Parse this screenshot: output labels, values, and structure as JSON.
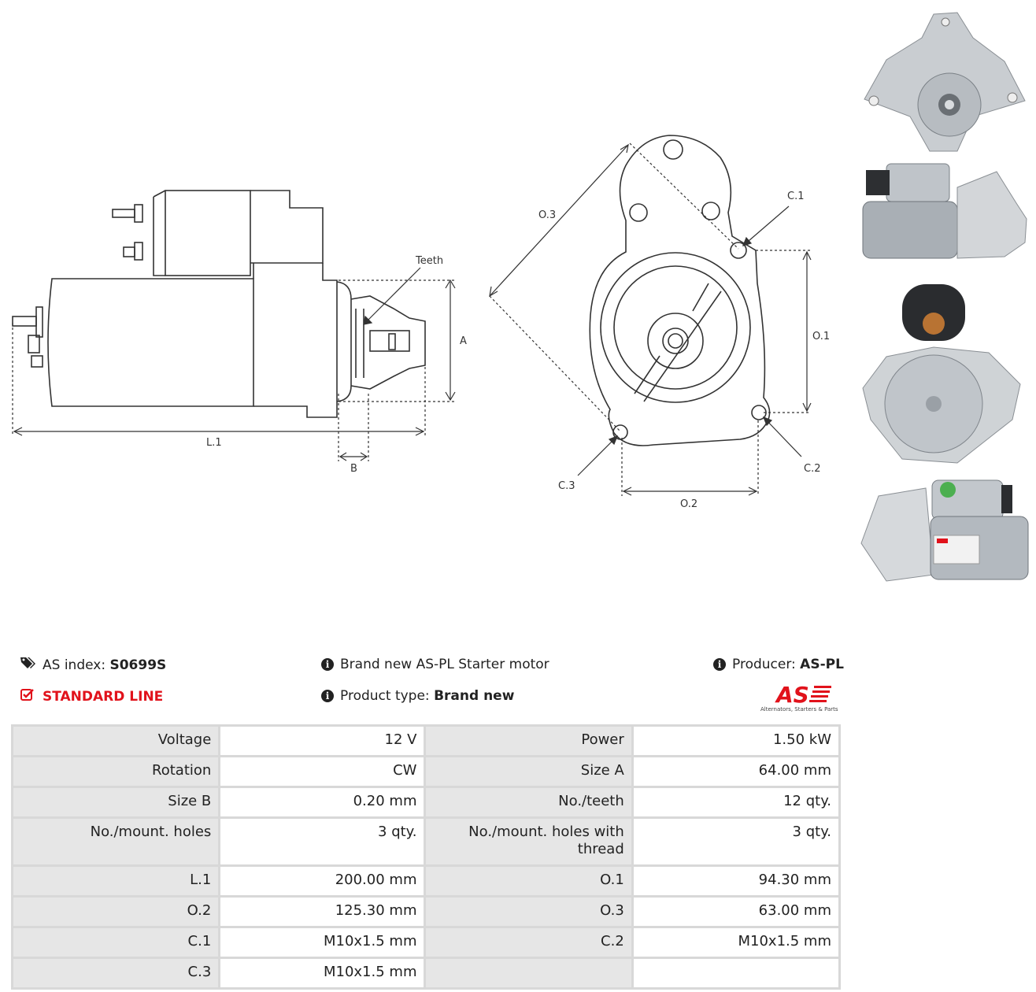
{
  "drawing": {
    "labels": {
      "teeth": "Teeth",
      "a": "A",
      "b": "B",
      "l1": "L.1",
      "o1": "O.1",
      "o2": "O.2",
      "o3": "O.3",
      "c1": "C.1",
      "c2": "C.2",
      "c3": "C.3"
    }
  },
  "header": {
    "as_index_label": "AS index:",
    "as_index_value": "S0699S",
    "line_label": "STANDARD LINE",
    "description": "Brand new AS-PL Starter motor",
    "product_type_label": "Product type:",
    "product_type_value": "Brand new",
    "producer_label": "Producer:",
    "producer_value": "AS-PL",
    "logo_text": "AS",
    "logo_tagline": "Alternators, Starters & Parts"
  },
  "colors": {
    "accent_red": "#e1121b",
    "key_bg": "#e6e6e6",
    "border": "#d8d8d8"
  },
  "specs": [
    [
      {
        "k": "Voltage",
        "v": "12 V"
      },
      {
        "k": "Power",
        "v": "1.50 kW"
      }
    ],
    [
      {
        "k": "Rotation",
        "v": "CW"
      },
      {
        "k": "Size A",
        "v": "64.00 mm"
      }
    ],
    [
      {
        "k": "Size B",
        "v": "0.20 mm"
      },
      {
        "k": "No./teeth",
        "v": "12 qty."
      }
    ],
    [
      {
        "k": "No./mount. holes",
        "v": "3 qty."
      },
      {
        "k": "No./mount. holes with thread",
        "v": "3 qty."
      }
    ],
    [
      {
        "k": "L.1",
        "v": "200.00 mm"
      },
      {
        "k": "O.1",
        "v": "94.30 mm"
      }
    ],
    [
      {
        "k": "O.2",
        "v": "125.30 mm"
      },
      {
        "k": "O.3",
        "v": "63.00 mm"
      }
    ],
    [
      {
        "k": "C.1",
        "v": "M10x1.5 mm"
      },
      {
        "k": "C.2",
        "v": "M10x1.5 mm"
      }
    ],
    [
      {
        "k": "C.3",
        "v": "M10x1.5 mm"
      },
      {
        "k": "",
        "v": ""
      }
    ]
  ]
}
